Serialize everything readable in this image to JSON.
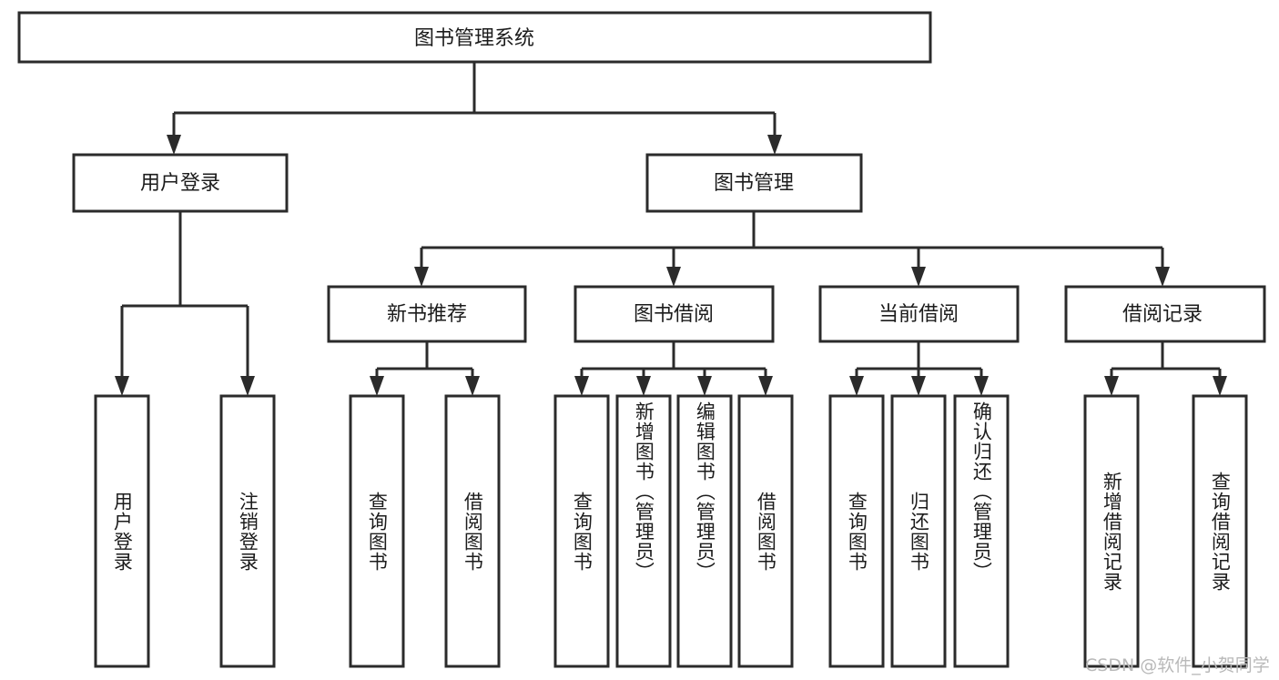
{
  "diagram": {
    "type": "tree-hierarchy-chart",
    "title": "图书管理系统",
    "watermark": "CSDN @软件_小贺同学",
    "colors": {
      "box_stroke": "#2b2b2b",
      "box_fill": "#ffffff",
      "text": "#1c1c1c",
      "background": "#ffffff",
      "watermark": "#b9b9b9"
    },
    "levels": {
      "root": {
        "label": "图书管理系统"
      },
      "level2": [
        {
          "label": "用户登录"
        },
        {
          "label": "图书管理"
        }
      ],
      "level3": [
        {
          "label": "新书推荐"
        },
        {
          "label": "图书借阅"
        },
        {
          "label": "当前借阅"
        },
        {
          "label": "借阅记录"
        }
      ],
      "leaves": {
        "user_login": [
          {
            "label": "用户登录"
          },
          {
            "label": "注销登录"
          }
        ],
        "new_book_recommend": [
          {
            "label": "查询图书"
          },
          {
            "label": "借阅图书"
          }
        ],
        "book_borrow": [
          {
            "label": "查询图书"
          },
          {
            "label": "新增图书（管理员）"
          },
          {
            "label": "编辑图书（管理员）"
          },
          {
            "label": "借阅图书"
          }
        ],
        "current_borrow": [
          {
            "label": "查询图书"
          },
          {
            "label": "归还图书"
          },
          {
            "label": "确认归还（管理员）"
          }
        ],
        "borrow_record": [
          {
            "label": "新增借阅记录"
          },
          {
            "label": "查询借阅记录"
          }
        ]
      }
    }
  }
}
